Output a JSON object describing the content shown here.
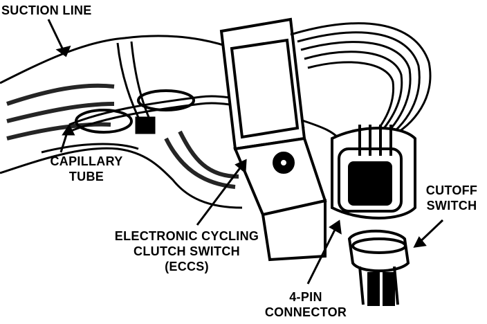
{
  "labels": {
    "suction_line": "SUCTION LINE",
    "capillary_tube": [
      "CAPILLARY",
      "TUBE"
    ],
    "eccs": [
      "ELECTRONIC CYCLING",
      "CLUTCH SWITCH",
      "(ECCS)"
    ],
    "connector": [
      "4-PIN",
      "CONNECTOR"
    ],
    "cutoff_switch": [
      "CUTOFF",
      "SWITCH"
    ]
  },
  "colors": {
    "ink": "#000000",
    "paper": "#ffffff"
  }
}
